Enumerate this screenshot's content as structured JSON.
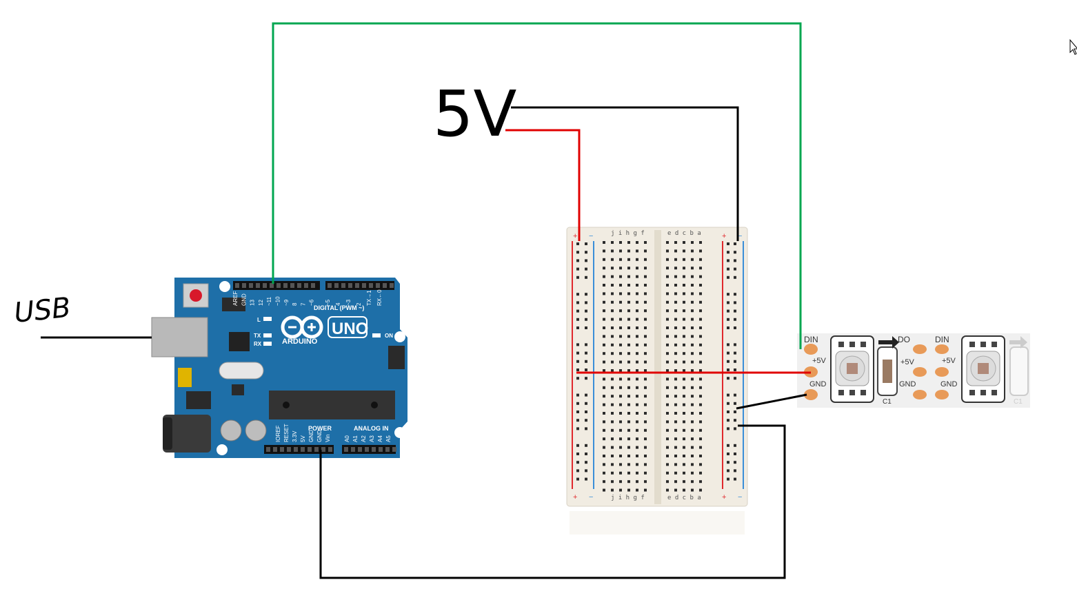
{
  "labels": {
    "usb": "USB",
    "power": "5V"
  },
  "arduino": {
    "brand": "ARDUINO",
    "model": "UNO",
    "digital_header": "DIGITAL (PWM ~)",
    "power_header": "POWER",
    "analog_header": "ANALOG IN",
    "top_pins": [
      "AREF",
      "GND",
      "13",
      "12",
      "~11",
      "~10",
      "~9",
      "8",
      "7",
      "~6",
      "~5",
      "4",
      "~3",
      "2",
      "TX→1",
      "RX←0"
    ],
    "bottom_pins": [
      "IOREF",
      "RESET",
      "3.3V",
      "5V",
      "GND",
      "GND",
      "Vin",
      "A0",
      "A1",
      "A2",
      "A3",
      "A4",
      "A5"
    ],
    "led_l": "L",
    "led_tx": "TX",
    "led_rx": "RX",
    "led_on": "ON"
  },
  "breadboard": {
    "left_cols": "j i h g f",
    "right_cols": "e d c b a",
    "plus": "+",
    "minus": "−"
  },
  "led_strip": {
    "din": "DIN",
    "do": "DO",
    "plus5v": "+5V",
    "gnd": "GND",
    "cap": "C1"
  },
  "colors": {
    "data_wire": "#00a650",
    "power_wire": "#e00000",
    "ground_wire": "#000000",
    "arduino_board": "#1e6fa8",
    "breadboard": "#f1ece2"
  }
}
